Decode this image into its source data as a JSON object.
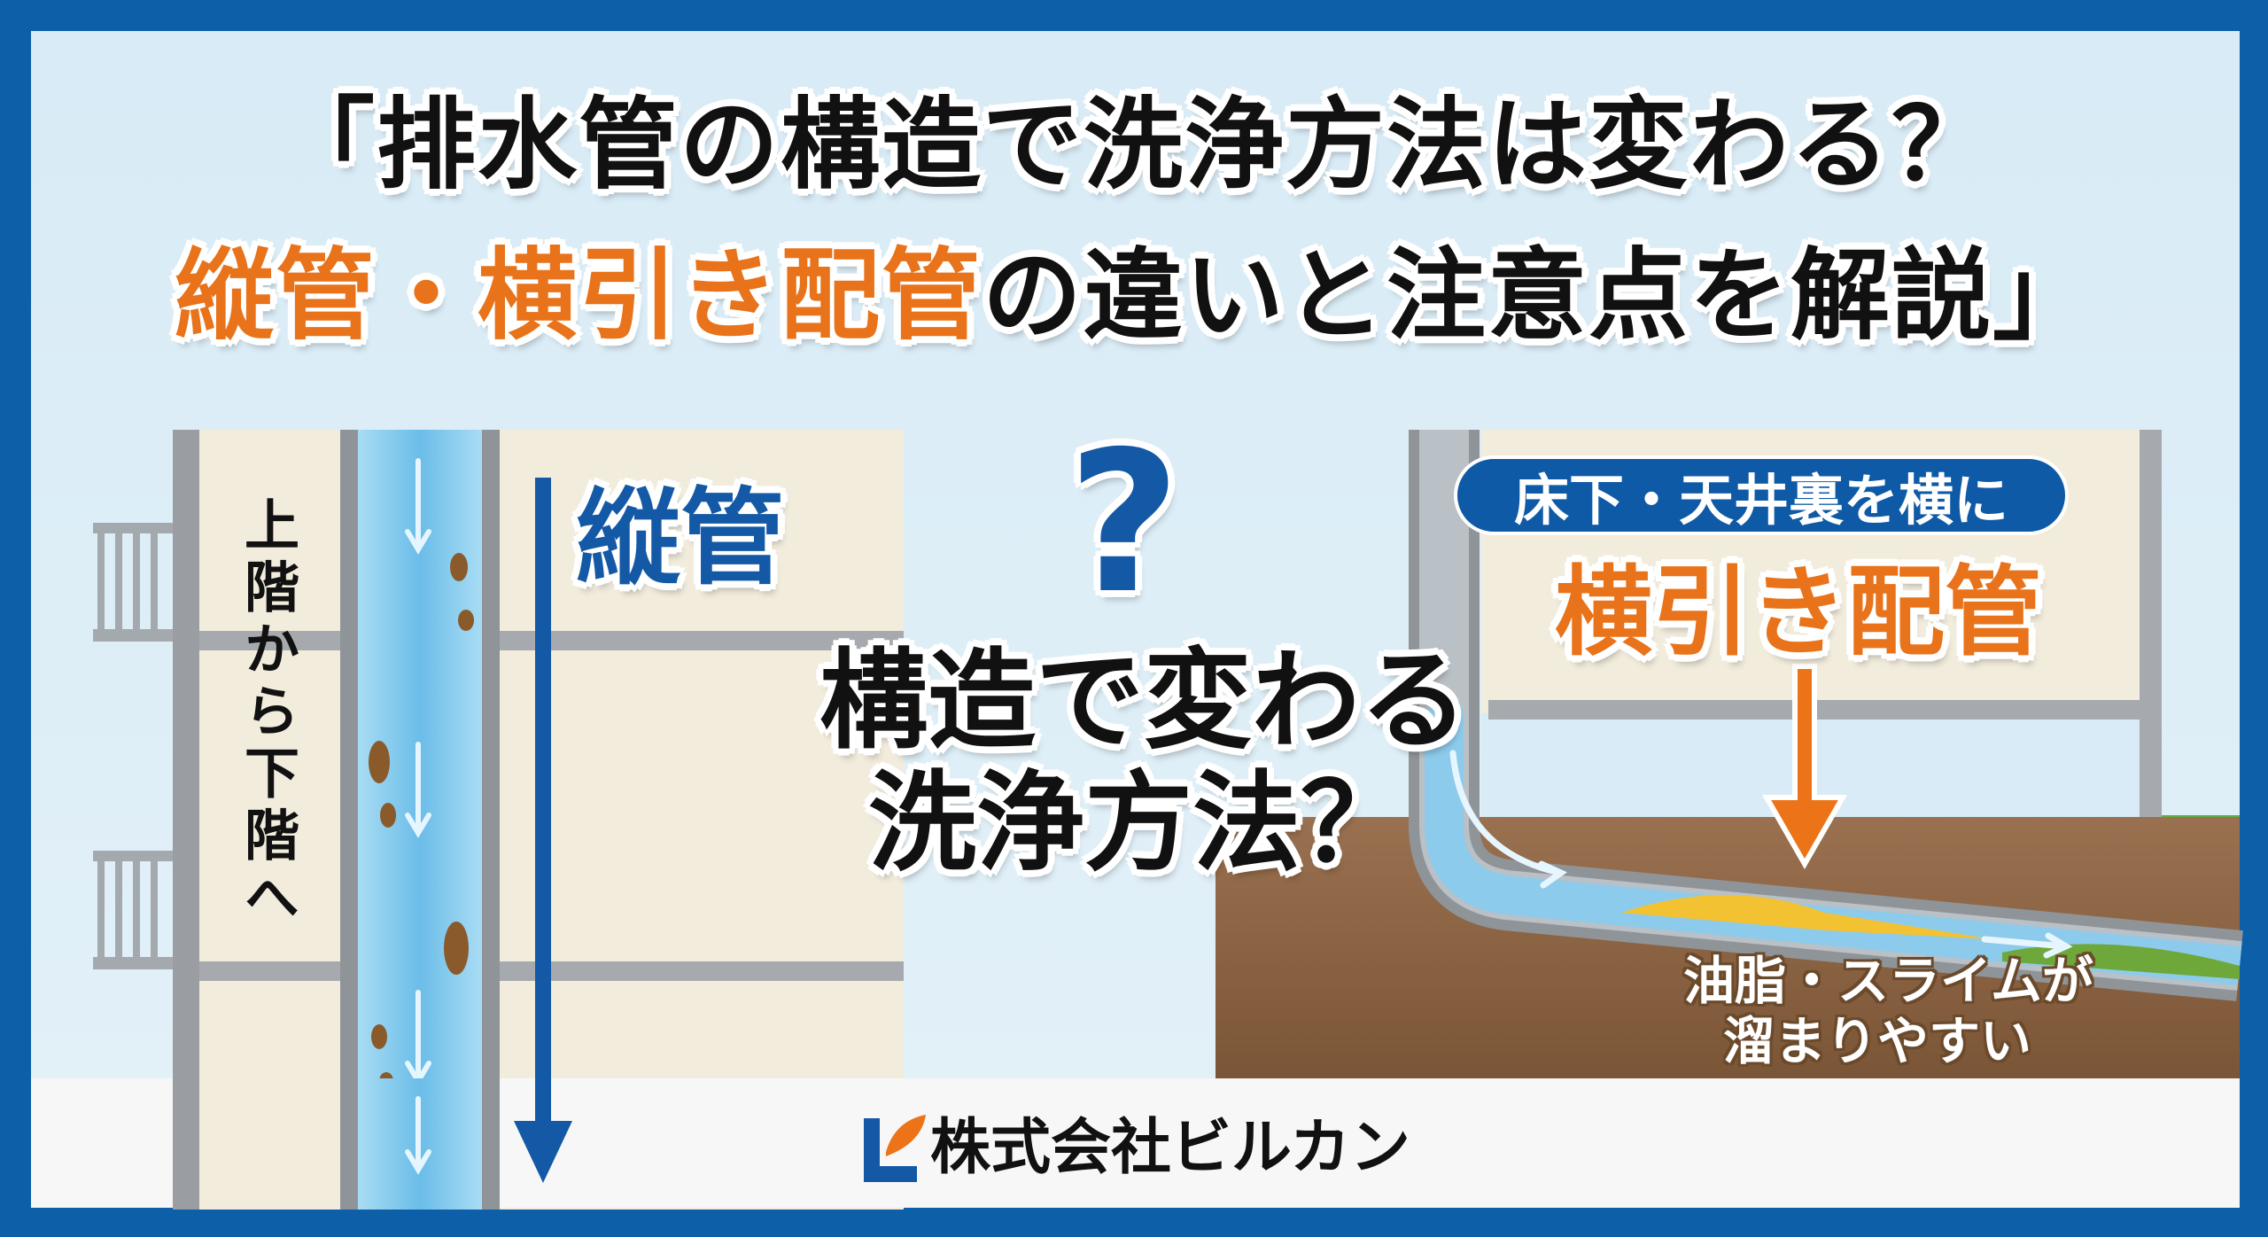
{
  "title": {
    "line1": "「排水管の構造で洗浄方法は変わる？",
    "line2_highlight": "縦管・横引き配管",
    "line2_rest": "の違いと注意点を解説」"
  },
  "left_panel": {
    "label": "縦管",
    "side_text": "上階から下階へ"
  },
  "center": {
    "question_mark": "?",
    "line1": "構造で変わる",
    "line2": "洗浄方法？"
  },
  "right_panel": {
    "pill_text": "床下・天井裏を横に",
    "label": "横引き配管",
    "note_line1": "油脂・スライムが",
    "note_line2": "溜まりやすい"
  },
  "footer": {
    "company": "株式会社ビルカン"
  },
  "colors": {
    "frame": "#0d5fa8",
    "background": "#dcedf6",
    "accent_orange": "#e8731a",
    "accent_blue": "#1459a6",
    "pipe_water": "#7cc4ea",
    "soil": "#8a6240"
  }
}
